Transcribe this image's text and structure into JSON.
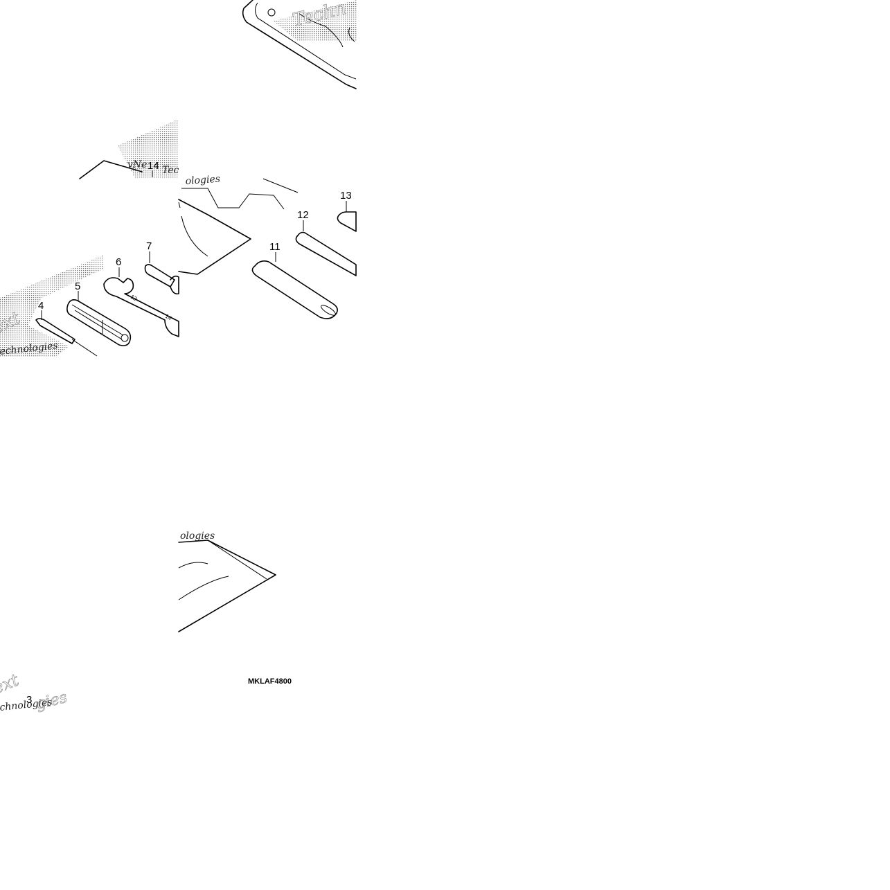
{
  "diagram": {
    "code": "MKLAF4800",
    "callouts": [
      "3",
      "4",
      "5",
      "6",
      "7",
      "11",
      "12",
      "13",
      "14"
    ]
  },
  "watermark": {
    "fragments": [
      "Techn",
      "vNe",
      "Tec",
      "ologies",
      "ext",
      "echnologies",
      "ologies",
      "ext",
      "chnologies"
    ]
  }
}
